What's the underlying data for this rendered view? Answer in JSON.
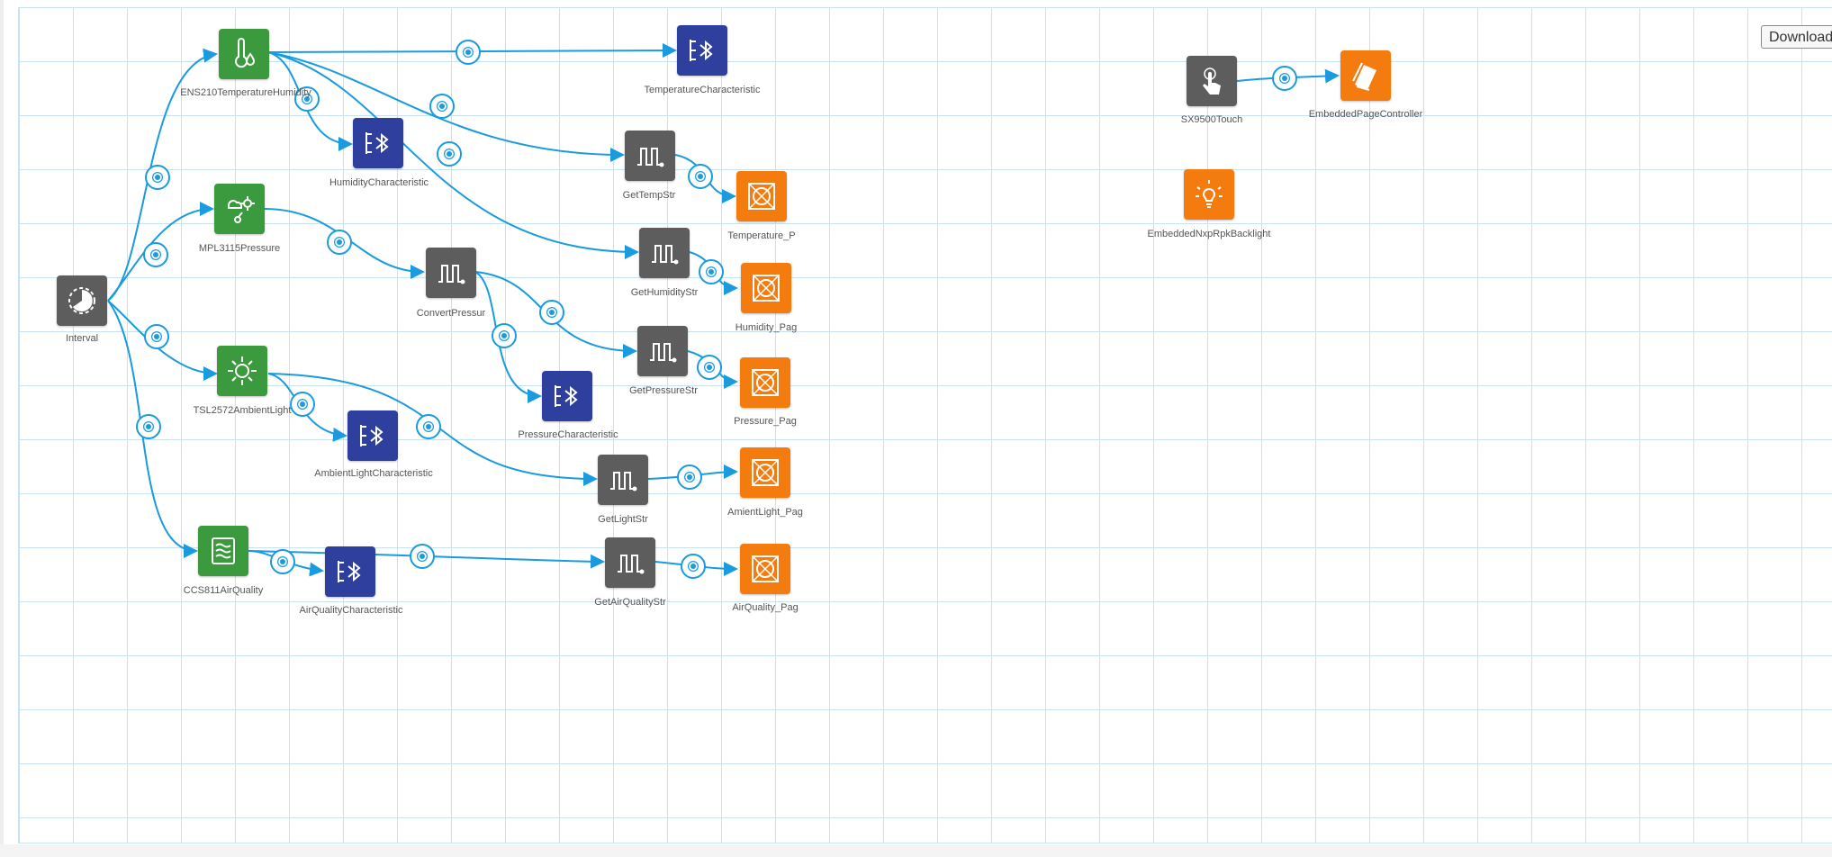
{
  "toolbar": {
    "download_label": "Download"
  },
  "colors": {
    "wire": "#1a9be0",
    "sensor": "#3a9a3d",
    "ble": "#2f3f9e",
    "function": "#5d5d5d",
    "display": "#f47b0e",
    "grid": "#c9e2ef"
  },
  "nodes": {
    "interval": {
      "label": "Interval",
      "icon": "timer-icon"
    },
    "ens210": {
      "label": "ENS210TemperatureHumidity",
      "icon": "thermometer-icon"
    },
    "mpl3115": {
      "label": "MPL3115Pressure",
      "icon": "pressure-sensor-icon"
    },
    "tsl2572": {
      "label": "TSL2572AmbientLight",
      "icon": "sun-icon"
    },
    "ccs811": {
      "label": "CCS811AirQuality",
      "icon": "air-quality-icon"
    },
    "temp_char": {
      "label": "TemperatureCharacteristic",
      "icon": "bluetooth-icon"
    },
    "hum_char": {
      "label": "HumidityCharacteristic",
      "icon": "bluetooth-icon"
    },
    "press_char": {
      "label": "PressureCharacteristic",
      "icon": "bluetooth-icon"
    },
    "light_char": {
      "label": "AmbientLightCharacteristic",
      "icon": "bluetooth-icon"
    },
    "air_char": {
      "label": "AirQualityCharacteristic",
      "icon": "bluetooth-icon"
    },
    "convert": {
      "label": "ConvertPressur",
      "icon": "function-icon"
    },
    "gettemp": {
      "label": "GetTempStr",
      "icon": "function-icon"
    },
    "gethum": {
      "label": "GetHumidityStr",
      "icon": "function-icon"
    },
    "getpress": {
      "label": "GetPressureStr",
      "icon": "function-icon"
    },
    "getlight": {
      "label": "GetLightStr",
      "icon": "function-icon"
    },
    "getair": {
      "label": "GetAirQualityStr",
      "icon": "function-icon"
    },
    "temp_pag": {
      "label": "Temperature_P",
      "icon": "page-icon"
    },
    "hum_pag": {
      "label": "Humidity_Pag",
      "icon": "page-icon"
    },
    "press_pag": {
      "label": "Pressure_Pag",
      "icon": "page-icon"
    },
    "light_pag": {
      "label": "AmientLight_Pag",
      "icon": "page-icon"
    },
    "air_pag": {
      "label": "AirQuality_Pag",
      "icon": "page-icon"
    },
    "touch": {
      "label": "SX9500Touch",
      "icon": "touch-icon"
    },
    "pagectrl": {
      "label": "EmbeddedPageController",
      "icon": "pages-icon"
    },
    "backlight": {
      "label": "EmbeddedNxpRpkBacklight",
      "icon": "lightbulb-icon"
    }
  }
}
